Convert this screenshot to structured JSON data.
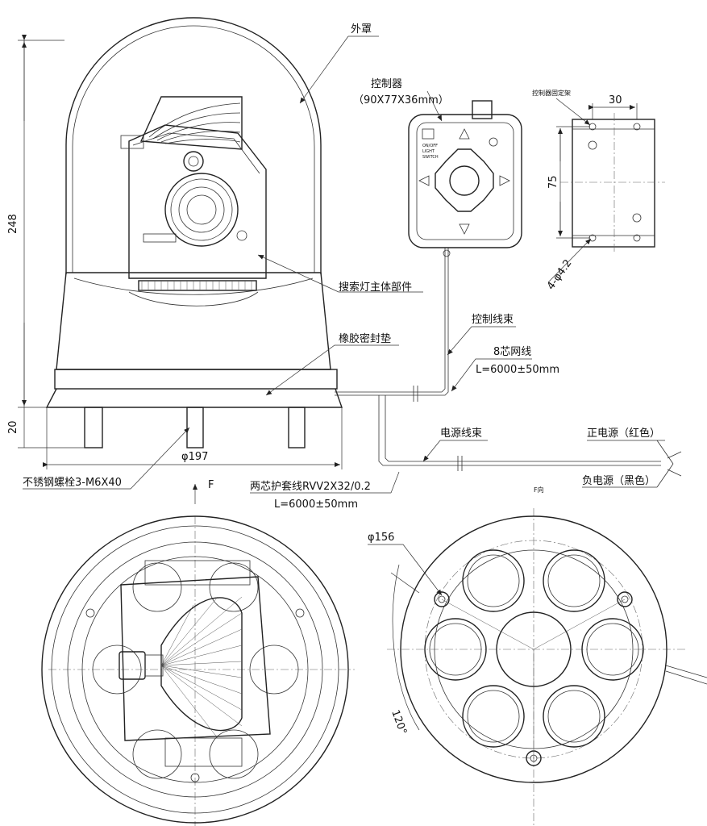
{
  "labels": {
    "cover": "外罩",
    "controller": "控制器",
    "controller_size": "（90X77X36mm）",
    "mount_title": "控制器固定架",
    "main_unit": "搜索灯主体部件",
    "control_harness": "控制线束",
    "cable_8core": "8芯网线",
    "cable_len_1": "L=6000±50mm",
    "seal": "橡胶密封垫",
    "power_harness": "电源线束",
    "pos_power": "正电源（红色）",
    "neg_power": "负电源（黑色）",
    "bolt": "不锈钢螺栓3-M6X40",
    "cable_2core": "两芯护套线RVV2X32/0.2",
    "cable_len_2": "L=6000±50mm",
    "f_arrow": "F",
    "f_view": "F向",
    "ctrl_small_1": "ON/OFF",
    "ctrl_small_2": "LIGHT",
    "ctrl_small_3": "SWITCH"
  },
  "dimensions": {
    "height_total": "248",
    "base_height": "20",
    "base_dia": "φ197",
    "mount_width": "30",
    "mount_height": "75",
    "mount_holes": "4-φ4.2",
    "bottom_dia": "φ156",
    "angle": "120°"
  },
  "colors": {
    "line": "#222222",
    "background": "#ffffff"
  }
}
